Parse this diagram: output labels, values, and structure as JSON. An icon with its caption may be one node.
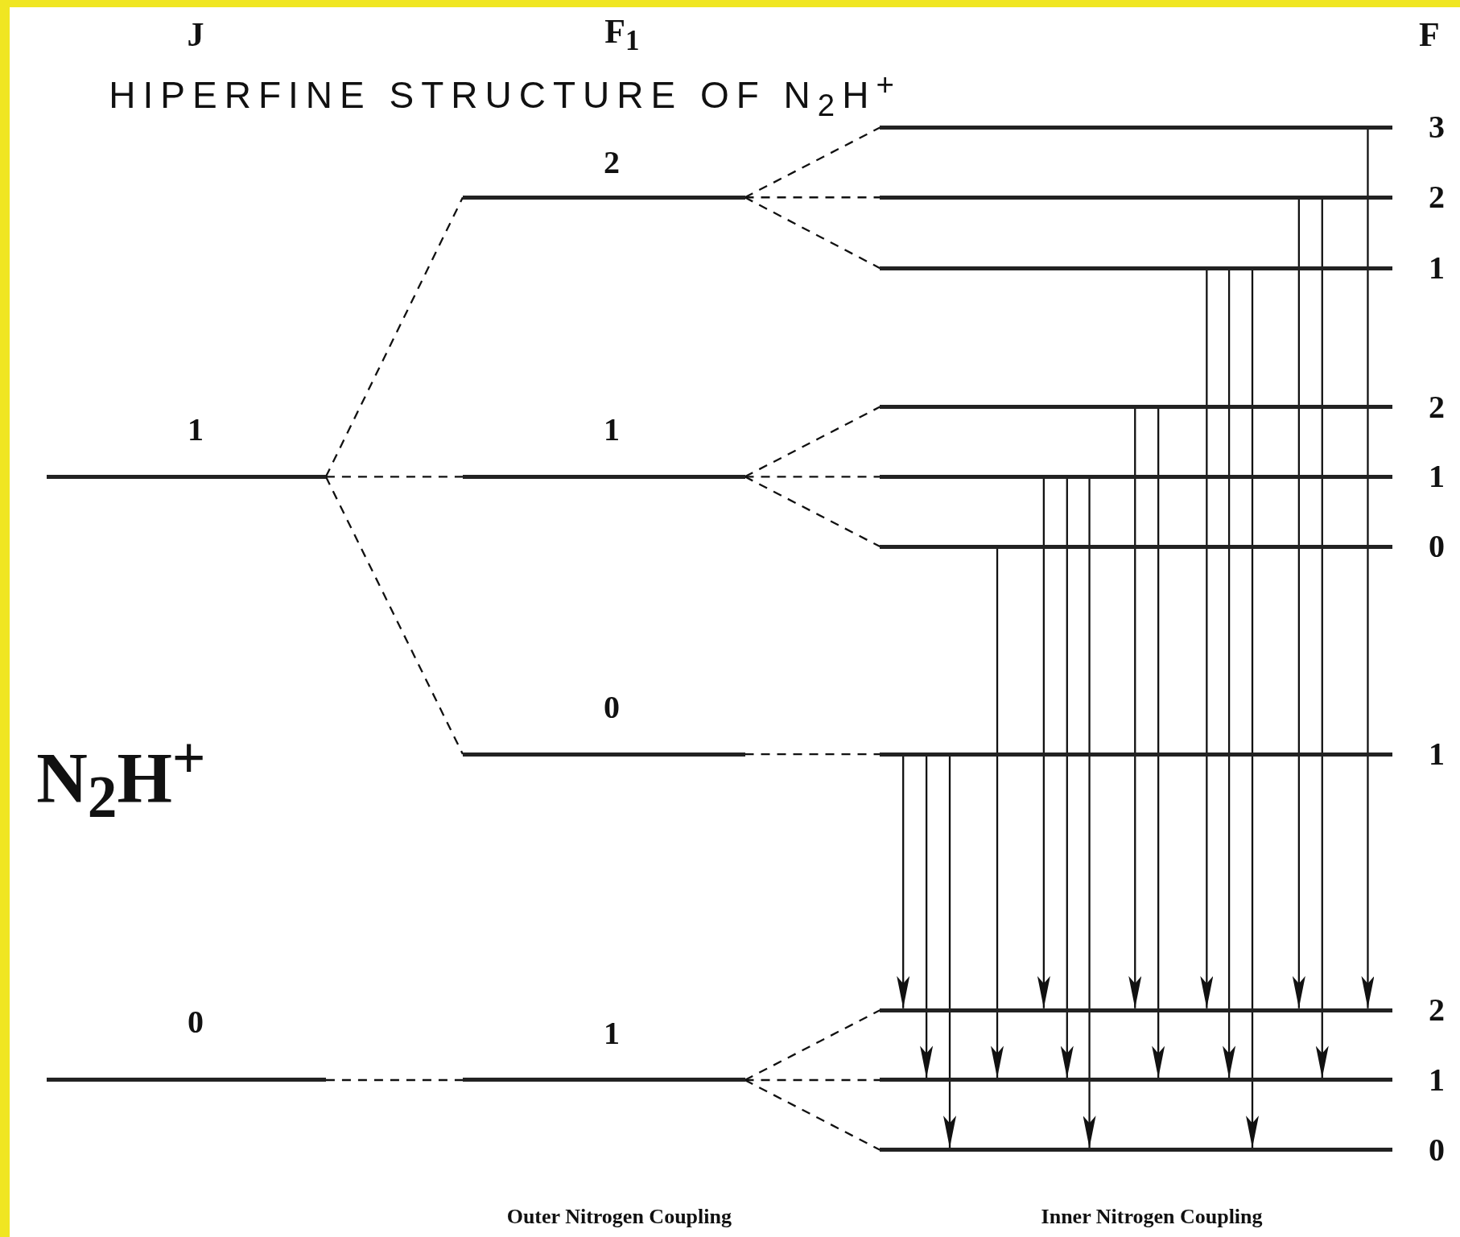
{
  "diagram": {
    "title": "HIPERFINE STRUCTURE OF N$_{2}$H$^{+}$",
    "nodes": [
      {
        "text": [],
        "shape": "bar",
        "beside": [
          "1"
        ]
      },
      {
        "text": [],
        "shape": "bar",
        "beside": [
          "0"
        ]
      },
      {
        "text": [],
        "shape": "bar",
        "beside": [
          "2"
        ]
      },
      {
        "text": [],
        "shape": "bar",
        "beside": [
          "1"
        ]
      },
      {
        "text": [],
        "shape": "bar",
        "beside": [
          "0"
        ]
      },
      {
        "text": [],
        "shape": "bar",
        "beside": [
          "1"
        ]
      },
      {
        "text": [],
        "shape": "bar",
        "beside": [
          "3"
        ]
      },
      {
        "text": [],
        "shape": "bar",
        "beside": [
          "2"
        ]
      },
      {
        "text": [],
        "shape": "bar",
        "beside": [
          "1"
        ]
      },
      {
        "text": [],
        "shape": "bar",
        "beside": [
          "2"
        ]
      },
      {
        "text": [],
        "shape": "bar",
        "beside": [
          "1"
        ]
      },
      {
        "text": [],
        "shape": "bar",
        "beside": [
          "0"
        ]
      },
      {
        "text": [],
        "shape": "bar",
        "beside": [
          "1"
        ]
      },
      {
        "text": [],
        "shape": "bar",
        "beside": [
          "2"
        ]
      },
      {
        "text": [],
        "shape": "bar",
        "beside": [
          "1"
        ]
      },
      {
        "text": [],
        "shape": "bar",
        "beside": [
          "0"
        ]
      }
    ],
    "edges": [
      {
        "from": 0,
        "to": 2,
        "arrow": "none",
        "style": "dashed"
      },
      {
        "from": 0,
        "to": 3,
        "arrow": "none",
        "style": "dashed"
      },
      {
        "from": 0,
        "to": 4,
        "arrow": "none",
        "style": "dashed"
      },
      {
        "from": 1,
        "to": 5,
        "arrow": "none",
        "style": "dashed"
      },
      {
        "from": 2,
        "to": 6,
        "arrow": "none",
        "style": "dashed"
      },
      {
        "from": 2,
        "to": 7,
        "arrow": "none",
        "style": "dashed"
      },
      {
        "from": 2,
        "to": 8,
        "arrow": "none",
        "style": "dashed"
      },
      {
        "from": 3,
        "to": 9,
        "arrow": "none",
        "style": "dashed"
      },
      {
        "from": 3,
        "to": 10,
        "arrow": "none",
        "style": "dashed"
      },
      {
        "from": 3,
        "to": 11,
        "arrow": "none",
        "style": "dashed"
      },
      {
        "from": 4,
        "to": 12,
        "arrow": "none",
        "style": "dashed"
      },
      {
        "from": 5,
        "to": 13,
        "arrow": "none",
        "style": "dashed"
      },
      {
        "from": 5,
        "to": 14,
        "arrow": "none",
        "style": "dashed"
      },
      {
        "from": 5,
        "to": 15,
        "arrow": "none",
        "style": "dashed"
      },
      {
        "from": 12,
        "to": 13,
        "arrow": "to"
      },
      {
        "from": 12,
        "to": 14,
        "arrow": "to"
      },
      {
        "from": 12,
        "to": 15,
        "arrow": "to"
      },
      {
        "from": 11,
        "to": 14,
        "arrow": "to"
      },
      {
        "from": 10,
        "to": 13,
        "arrow": "to"
      },
      {
        "from": 10,
        "to": 14,
        "arrow": "to"
      },
      {
        "from": 10,
        "to": 15,
        "arrow": "to"
      },
      {
        "from": 9,
        "to": 13,
        "arrow": "to"
      },
      {
        "from": 9,
        "to": 14,
        "arrow": "to"
      },
      {
        "from": 8,
        "to": 13,
        "arrow": "to"
      },
      {
        "from": 8,
        "to": 14,
        "arrow": "to"
      },
      {
        "from": 8,
        "to": 15,
        "arrow": "to"
      },
      {
        "from": 7,
        "to": 13,
        "arrow": "to"
      },
      {
        "from": 7,
        "to": 14,
        "arrow": "to"
      },
      {
        "from": 6,
        "to": 13,
        "arrow": "to"
      }
    ],
    "labels": [
      "J",
      "F$_{1}$",
      "F",
      "N$_{2}$H$^{+}$",
      "Outer Nitrogen Coupling",
      "Inner Nitrogen Coupling"
    ]
  }
}
